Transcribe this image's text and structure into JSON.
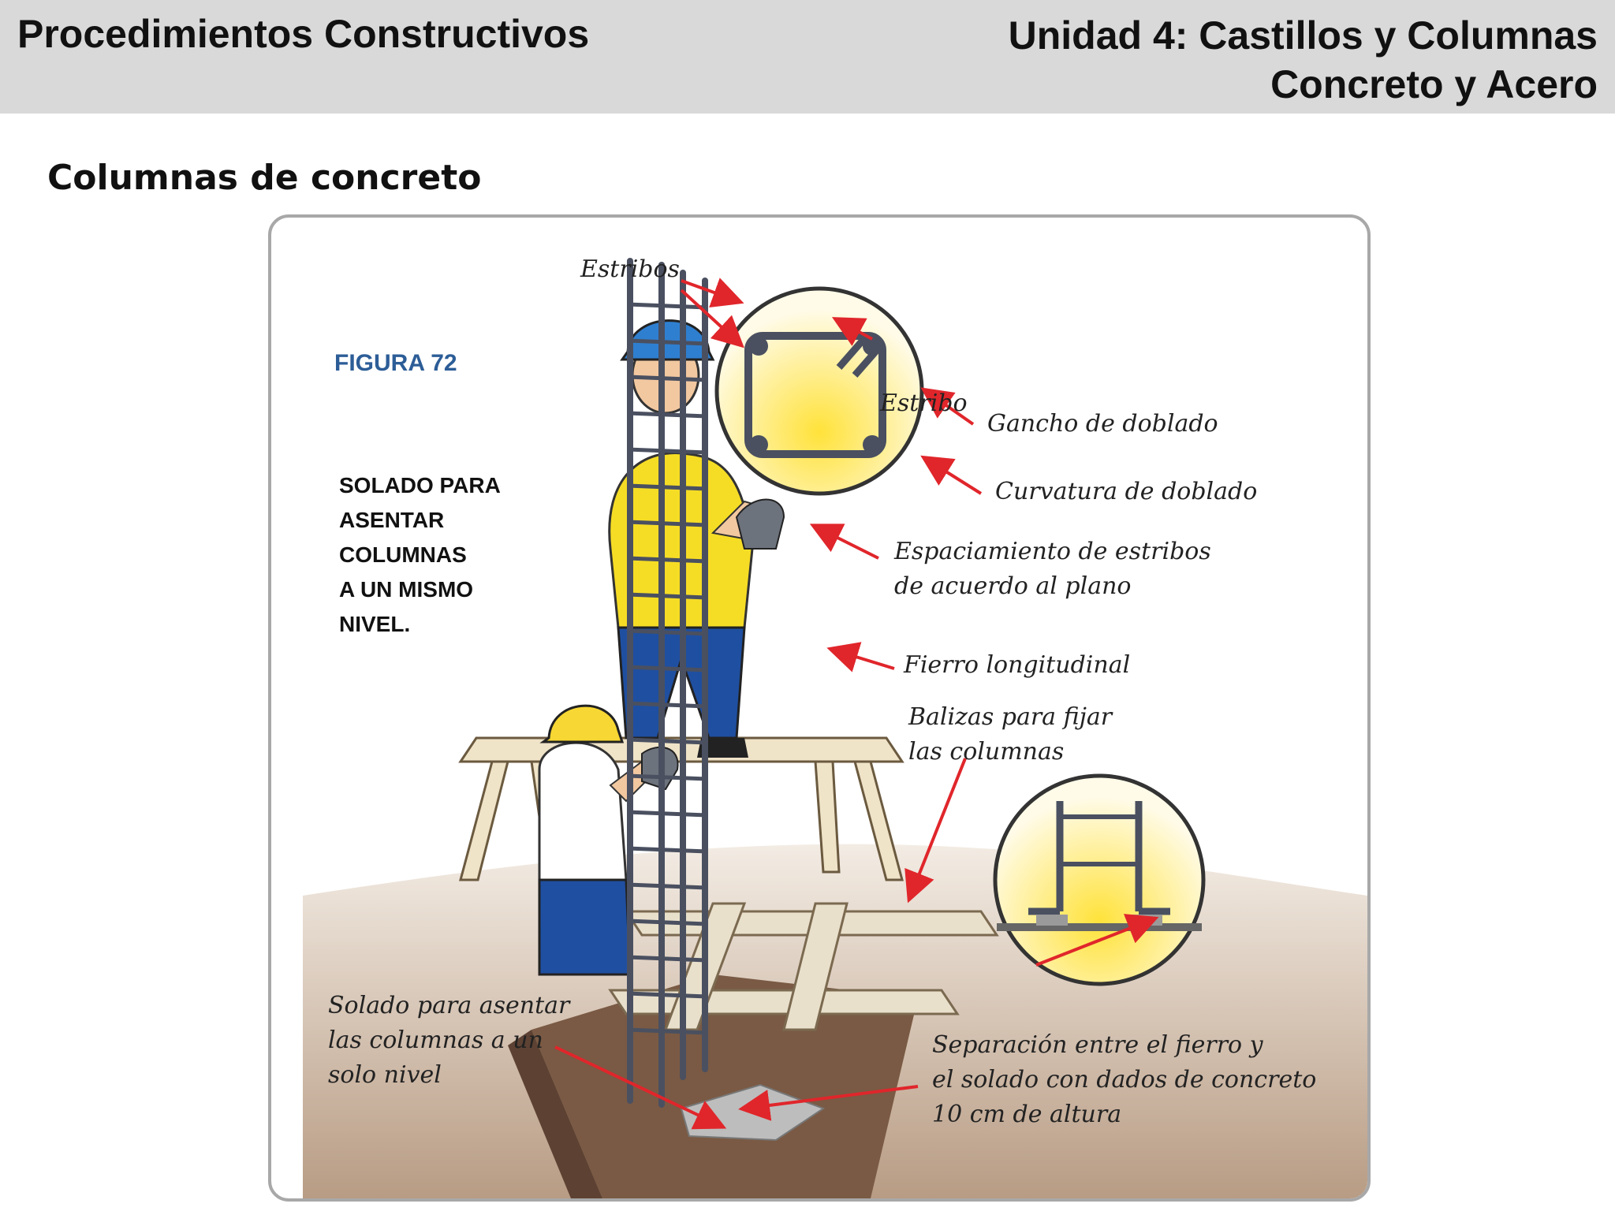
{
  "header": {
    "left_title": "Procedimientos Constructivos",
    "right_line1": "Unidad 4: Castillos y Columnas",
    "right_line2": "Concreto y Acero"
  },
  "section_title": "Columnas de concreto",
  "figure": {
    "label": "FIGURA 72",
    "note_lines": [
      "SOLADO PARA",
      "ASENTAR",
      "COLUMNAS",
      "A UN MISMO",
      "NIVEL."
    ],
    "callouts": {
      "estribos": "Estribos",
      "estribo": "Estribo",
      "gancho": "Gancho de doblado",
      "curvatura": "Curvatura de doblado",
      "espaciamiento_1": "Espaciamiento de estribos",
      "espaciamiento_2": "de acuerdo al plano",
      "fierro": "Fierro longitudinal",
      "balizas_1": "Balizas para fijar",
      "balizas_2": "las columnas",
      "solado_1": "Solado para asentar",
      "solado_2": "las columnas a un",
      "solado_3": "solo nivel",
      "separacion_1": "Separación entre el fierro y",
      "separacion_2": "el solado con dados de concreto",
      "separacion_3": "10 cm de altura"
    }
  },
  "colors": {
    "header_bg": "#d9d9d9",
    "figure_label": "#2c5d97",
    "arrow": "#e0262b",
    "rebar": "#4a5060"
  }
}
